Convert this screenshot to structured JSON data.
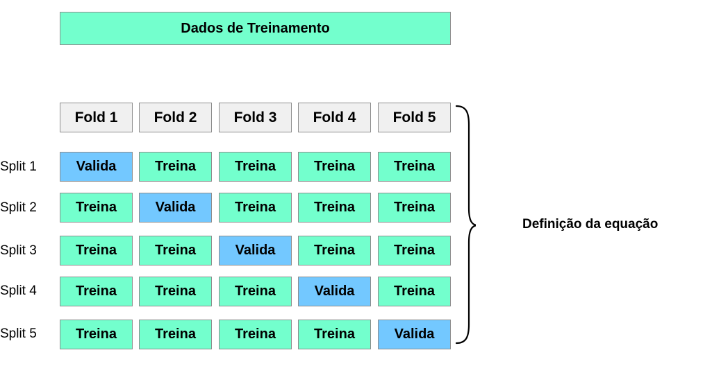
{
  "header": {
    "title": "Dados de Treinamento"
  },
  "folds": [
    "Fold 1",
    "Fold 2",
    "Fold 3",
    "Fold 4",
    "Fold 5"
  ],
  "splits": [
    {
      "label": "Split 1",
      "cells": [
        "Valida",
        "Treina",
        "Treina",
        "Treina",
        "Treina"
      ]
    },
    {
      "label": "Split 2",
      "cells": [
        "Treina",
        "Valida",
        "Treina",
        "Treina",
        "Treina"
      ]
    },
    {
      "label": "Split 3",
      "cells": [
        "Treina",
        "Treina",
        "Valida",
        "Treina",
        "Treina"
      ]
    },
    {
      "label": "Split 4",
      "cells": [
        "Treina",
        "Treina",
        "Treina",
        "Valida",
        "Treina"
      ]
    },
    {
      "label": "Split 5",
      "cells": [
        "Treina",
        "Treina",
        "Treina",
        "Treina",
        "Valida"
      ]
    }
  ],
  "brace_label": "Definição da equação",
  "colors": {
    "training": "#73ffcd",
    "validation": "#73c8ff",
    "fold_header": "#f0f0f0",
    "border": "#8c8c8c"
  }
}
